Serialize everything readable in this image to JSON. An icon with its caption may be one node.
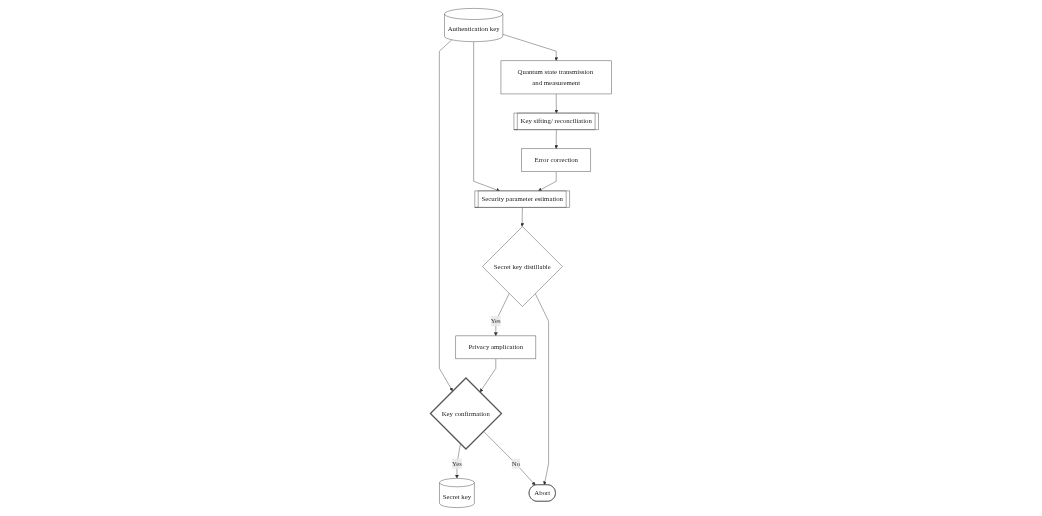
{
  "diagram": {
    "nodes": [
      {
        "text": [
          "Authentication key"
        ]
      },
      {
        "text": [
          "Quantum state transmission and measurement"
        ]
      },
      {
        "text": [
          "Key sifting/ reconciliation"
        ]
      },
      {
        "text": [
          "Error correction"
        ]
      },
      {
        "text": [
          "Security parameter estimation"
        ]
      },
      {
        "text": [
          "Secret key distillable"
        ]
      },
      {
        "text": [
          "Privacy amplication"
        ]
      },
      {
        "text": [
          "Key confirmation"
        ]
      },
      {
        "text": [
          "Secret key"
        ]
      },
      {
        "text": [
          "Abort"
        ]
      }
    ],
    "edges": [
      {
        "from": 0,
        "to": 1,
        "arrow": "to"
      },
      {
        "from": 0,
        "to": 4,
        "arrow": "to"
      },
      {
        "from": 0,
        "to": 7,
        "arrow": "to"
      },
      {
        "from": 1,
        "to": 2,
        "arrow": "to"
      },
      {
        "from": 2,
        "to": 3,
        "arrow": "to"
      },
      {
        "from": 3,
        "to": 4,
        "arrow": "to"
      },
      {
        "from": 4,
        "to": 5,
        "arrow": "to"
      },
      {
        "from": 5,
        "to": 6,
        "label": "Yes",
        "arrow": "to"
      },
      {
        "from": 6,
        "to": 7,
        "arrow": "to"
      },
      {
        "from": 7,
        "to": 8,
        "label": "Yes",
        "arrow": "to"
      },
      {
        "from": 7,
        "to": 9,
        "label": "No",
        "arrow": "to"
      },
      {
        "from": 5,
        "to": 9,
        "arrow": "to"
      }
    ]
  }
}
